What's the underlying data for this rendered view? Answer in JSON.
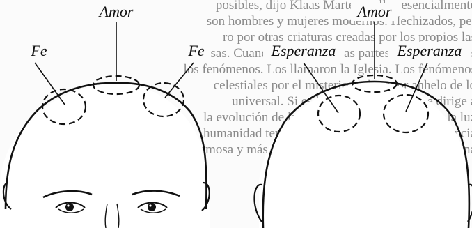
{
  "labels": {
    "left": {
      "top": "Amor",
      "left": "Fe",
      "right": "Fe"
    },
    "right": {
      "top": "Amor",
      "left": "Esperanza",
      "right": "Esperanza"
    }
  },
  "background_text_lines": [
    "posibles, dijo Klaas Martens, ellos esencialmente",
    "son hombres y mujeres modernos. Hechizados, pe-",
    "ro por otras criaturas creadas por los propios las",
    "cosas. Cuando ellos miran las partes que crean todos",
    "los fenómenos. Los llamaron la Iglesia. Los fenómenos",
    "celestiales por el misterio y el mayor anhelo de lo",
    "universal. Si es la unión universal que dirige a",
    "la evolución de las criaturas ha permitido que la luz",
    "humanidad tenga una creciente visión de su esencia",
    "la hermosa y más luminosa de la hermosa que lo ilumina"
  ],
  "colors": {
    "ink": "#111111",
    "faded_text": "#8a8a8a",
    "paper": "#fbfbfb"
  }
}
